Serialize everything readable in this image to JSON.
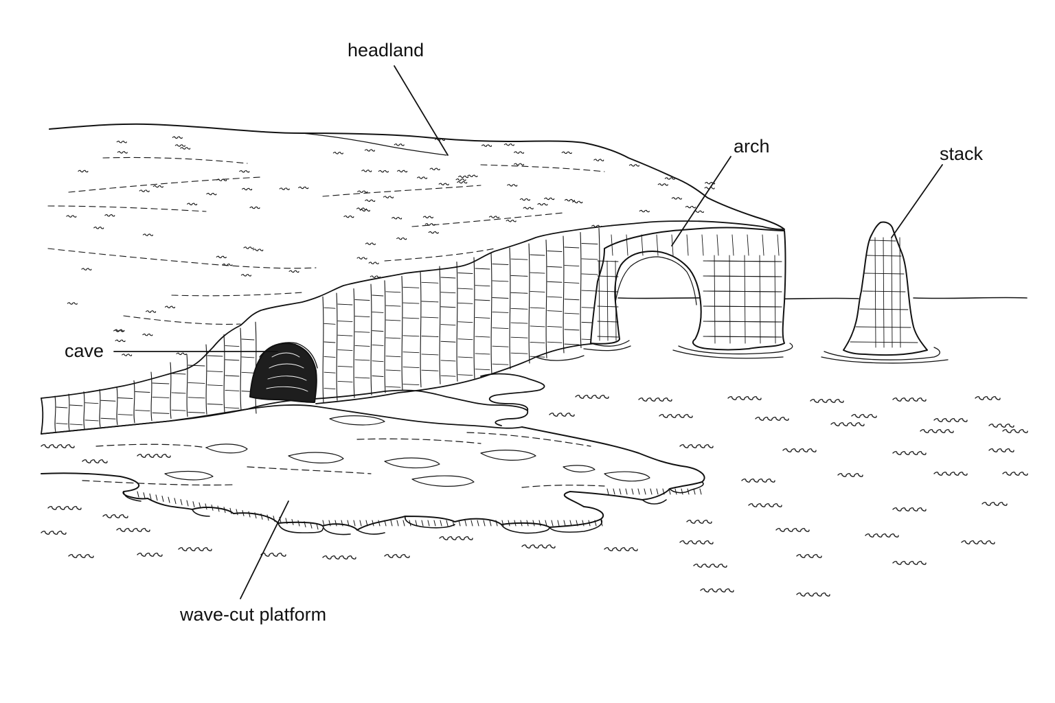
{
  "labels": {
    "headland": "headland",
    "arch": "arch",
    "stack": "stack",
    "cave": "cave",
    "platform": "wave-cut platform"
  },
  "colors": {
    "ink": "#111111",
    "paper": "#ffffff",
    "cave_shadow": "#1e1e1e"
  }
}
